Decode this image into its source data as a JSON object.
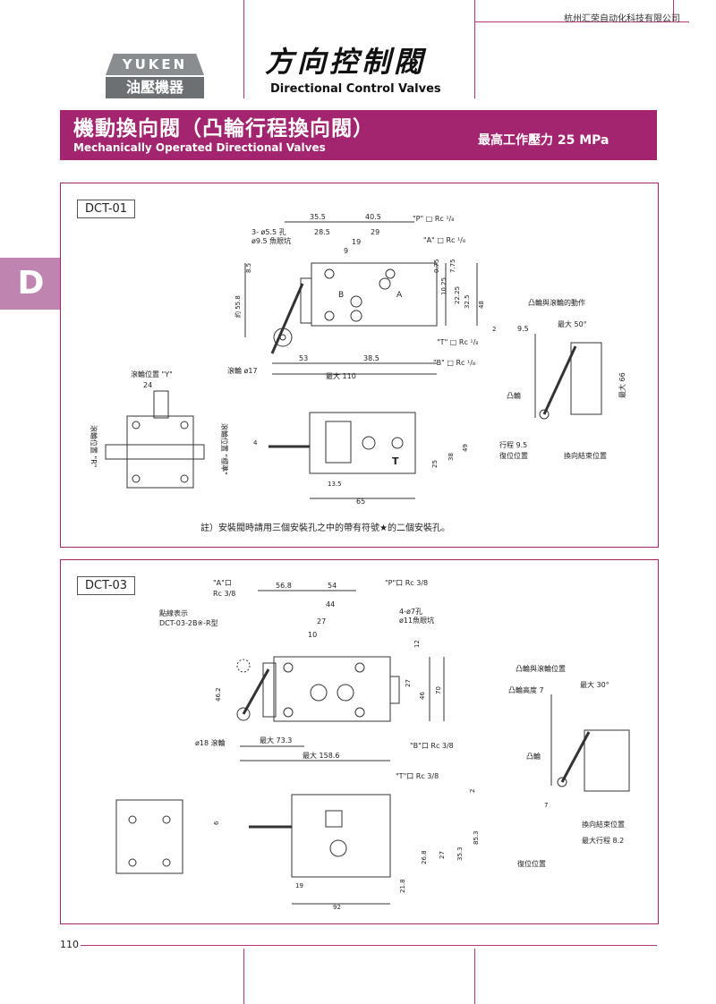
{
  "header": {
    "company": "杭州汇荣自动化科技有限公司",
    "logo_top": "YUKEN",
    "logo_bottom": "油壓機器",
    "title_zh": "方向控制閥",
    "title_en": "Directional Control Valves"
  },
  "banner": {
    "title_zh": "機動換向閥（凸輪行程換向閥）",
    "title_en": "Mechanically Operated Directional Valves",
    "pressure": "最高工作壓力 25 MPa"
  },
  "side_tab": "D",
  "dct01": {
    "code": "DCT-01",
    "note": "註）安裝閥時請用三個安裝孔之中的帶有符號★的二個安裝孔。",
    "labels": {
      "d355": "35.5",
      "d405": "40.5",
      "d285": "28.5",
      "d29": "29",
      "d19": "19",
      "d9": "9",
      "hole": "3- ø5.5 孔",
      "cbore": "ø9.5 魚眼坑",
      "p": "\"P\" □ Rc ¹/₈",
      "a": "\"A\" □ Rc ¹/₈",
      "t": "\"T\" □ Rc ¹/₈",
      "b": "\"B\" □ Rc ¹/₈",
      "d85": "8.5",
      "d558": "約 55.8",
      "d075": "0.75",
      "d775": "7.75",
      "d1025": "10.25",
      "d2225": "22.25",
      "d325": "32.5",
      "d48": "48",
      "d2": "2",
      "d53": "53",
      "d385": "38.5",
      "max110": "最大 110",
      "roller": "滾輪 ø17",
      "A": "A",
      "B": "B",
      "Tport": "T",
      "posY": "滾輪位置 \"Y\"",
      "d24": "24",
      "posR": "滾輪位置 \"R\"",
      "std": "滾輪位置 \"標準\"",
      "d4": "4",
      "d135": "13.5",
      "d65": "65",
      "d25": "25",
      "d38": "38",
      "d49": "49",
      "motion_title": "凸輪與滾輪的動作",
      "d95a": "9.5",
      "max50": "最大 50°",
      "max66": "最大 66",
      "cam": "凸輪",
      "stroke": "行程 9.5",
      "reset": "復位位置",
      "switch_end": "換向結束位置"
    }
  },
  "dct03": {
    "code": "DCT-03",
    "labels": {
      "aport": "\"A\"口",
      "aport2": "Rc 3/8",
      "pport": "\"P\"口 Rc 3/8",
      "d568": "56.8",
      "d54": "54",
      "d44": "44",
      "d27": "27",
      "d10": "10",
      "hole": "4-ø7孔",
      "cbore": "ø11魚眼坑",
      "dot1": "點線表示",
      "dot2": "DCT-03-2B※-R型",
      "d12": "12",
      "d27b": "27",
      "d46": "46",
      "d70": "70",
      "d462": "46.2",
      "roller": "ø18 滾輪",
      "max733": "最大 73.3",
      "max1586": "最大 158.6",
      "bport": "\"B\"口 Rc 3/8",
      "tport": "\"T\"口 Rc 3/8",
      "d6": "6",
      "d2": "2",
      "d268": "26.8",
      "d27c": "27",
      "d353": "35.3",
      "d853": "85.3",
      "d218": "21.8",
      "d19": "19",
      "d92": "92",
      "pos_title": "凸輪與滾輪位置",
      "cam_h": "凸輪高度 7",
      "max30": "最大 30°",
      "cam": "凸輪",
      "d7": "7",
      "switch_end": "換向結束位置",
      "max_stroke": "最大行程 8.2",
      "reset": "復位位置"
    }
  },
  "page_number": "110"
}
